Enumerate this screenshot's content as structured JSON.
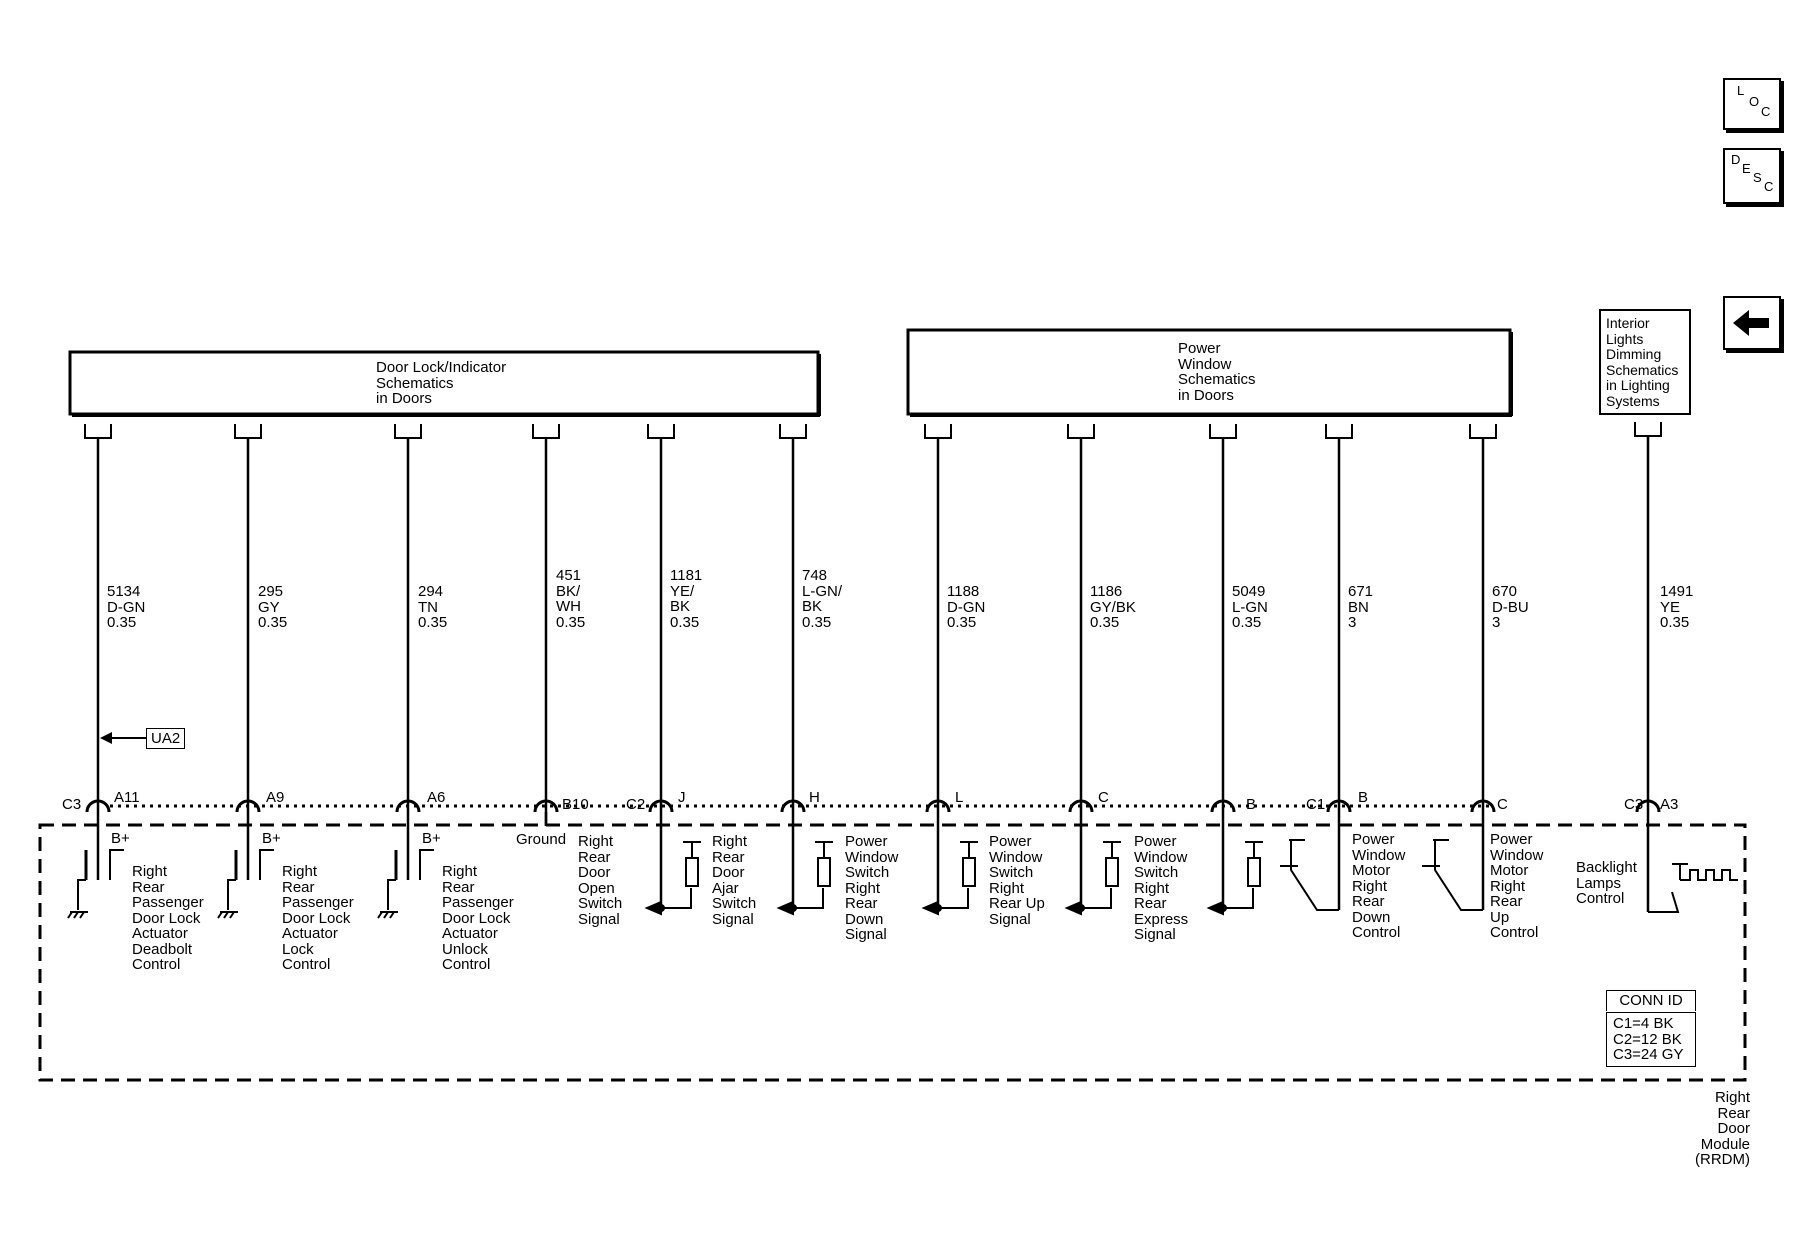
{
  "nav": {
    "loc": [
      "L",
      "O",
      "C"
    ],
    "desc": [
      "D",
      "E",
      "S",
      "C"
    ]
  },
  "boxes": {
    "door_lock": "Door Lock/Indicator\nSchematics\nin Doors",
    "power_window": "Power\nWindow\nSchematics\nin Doors",
    "interior": "Interior\nLights\nDimming\nSchematics\nin Lighting\nSystems"
  },
  "wires": [
    "5134\nD-GN\n0.35",
    "295\nGY\n0.35",
    "294\nTN\n0.35",
    "451\nBK/\nWH\n0.35",
    "1181\nYE/\nBK\n0.35",
    "748\nL-GN/\nBK\n0.35",
    "1188\nD-GN\n0.35",
    "1186\nGY/BK\n0.35",
    "5049\nL-GN\n0.35",
    "671\nBN\n3",
    "670\nD-BU\n3",
    "1491\nYE\n0.35"
  ],
  "ua2": "UA2",
  "connectors": {
    "c3": "C3",
    "c2": "C2",
    "c1": "C1",
    "c3b": "C3",
    "pins": [
      "A11",
      "A9",
      "A6",
      "B10",
      "J",
      "H",
      "L",
      "C",
      "B",
      "B",
      "C",
      "A3"
    ]
  },
  "labels": {
    "bplus": "B+",
    "ground": "Ground",
    "deadbolt": "Right\nRear\nPassenger\nDoor Lock\nActuator\nDeadbolt\nControl",
    "lock": "Right\nRear\nPassenger\nDoor Lock\nActuator\nLock\nControl",
    "unlock": "Right\nRear\nPassenger\nDoor Lock\nActuator\nUnlock\nControl",
    "door_open": "Right\nRear\nDoor\nOpen\nSwitch\nSignal",
    "door_ajar": "Right\nRear\nDoor\nAjar\nSwitch\nSignal",
    "pw_down": "Power\nWindow\nSwitch\nRight\nRear\nDown\nSignal",
    "pw_up": "Power\nWindow\nSwitch\nRight\nRear Up\nSignal",
    "pw_express": "Power\nWindow\nSwitch\nRight\nRear\nExpress\nSignal",
    "motor_down": "Power\nWindow\nMotor\nRight\nRear\nDown\nControl",
    "motor_up": "Power\nWindow\nMotor\nRight\nRear\nUp\nControl",
    "backlight": "Backlight\nLamps\nControl"
  },
  "conn_id": {
    "title": "CONN ID",
    "lines": "C1=4 BK\nC2=12 BK\nC3=24 GY"
  },
  "module": "Right\nRear\nDoor\nModule\n(RRDM)"
}
